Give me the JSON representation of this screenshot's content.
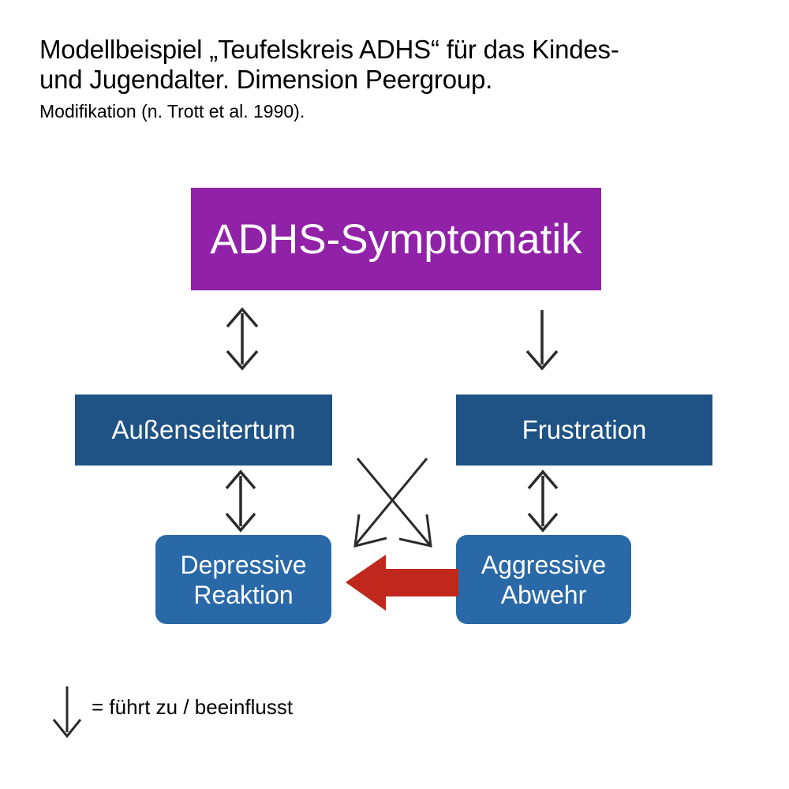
{
  "title": {
    "line1": "Modellbeispiel „Teufelskreis ADHS“ für das Kindes-",
    "line2": "und Jugendalter. Dimension Peergroup.",
    "source": "Modifikation (n. Trott et al. 1990)."
  },
  "nodes": {
    "adhs": {
      "label": "ADHS-Symptomatik",
      "color": "#9122A8"
    },
    "aussenseitertum": {
      "label": "Außenseitertum",
      "color": "#1F5285"
    },
    "frustration": {
      "label": "Frustration",
      "color": "#1F5285"
    },
    "depressive": {
      "label": "Depressive\nReaktion",
      "color": "#2A69A8"
    },
    "aggressive": {
      "label": "Aggressive\nAbwehr",
      "color": "#2A69A8"
    }
  },
  "arrows": {
    "stroke_color": "#2B2B2B",
    "highlight_color": "#C0271D",
    "adhs_to_aussenseitertum": "double-headed-vertical-arrow",
    "adhs_to_frustration": "down-arrow",
    "aussenseitertum_to_depressive": "double-headed-vertical-arrow",
    "frustration_to_aggressive": "double-headed-vertical-arrow",
    "frustration_to_depressive": "diagonal-down-left-arrow",
    "aussenseitertum_to_aggressive": "diagonal-down-right-arrow",
    "aggressive_to_depressive": "thick-left-arrow"
  },
  "legend": {
    "symbol": "down-arrow-icon",
    "text": "= führt zu / beeinflusst"
  }
}
